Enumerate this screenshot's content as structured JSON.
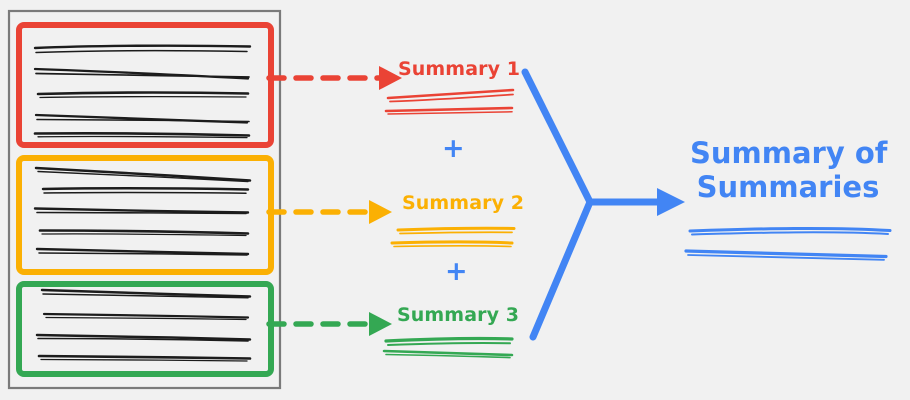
{
  "diagram": {
    "title": "Hierarchical summarization: chunk summaries combined into a summary of summaries",
    "background_color": "#f1f1f1"
  },
  "source_document": {
    "name": "document-container",
    "border_color": "#7a7a7a",
    "chunks": [
      {
        "id": "chunk-1",
        "color": "#ea4335",
        "text_line_count": 5,
        "line_slopes": [
          2,
          9,
          2,
          8,
          2
        ]
      },
      {
        "id": "chunk-2",
        "color": "#fbb003",
        "text_line_count": 5,
        "line_slopes": [
          7,
          2,
          3,
          2,
          3
        ]
      },
      {
        "id": "chunk-3",
        "color": "#34a853",
        "text_line_count": 4,
        "line_slopes": [
          3,
          2,
          2,
          2
        ]
      }
    ]
  },
  "arrows": [
    {
      "id": "arrow-chunk-1",
      "style": "dashed",
      "color": "#ea4335"
    },
    {
      "id": "arrow-chunk-2",
      "style": "dashed",
      "color": "#fbb003"
    },
    {
      "id": "arrow-chunk-3",
      "style": "dashed",
      "color": "#34a853"
    },
    {
      "id": "arrow-merge",
      "style": "solid",
      "color": "#4285f4"
    }
  ],
  "summaries": [
    {
      "id": "summary-1",
      "label": "Summary 1",
      "color": "#ea4335",
      "underline_count": 2
    },
    {
      "id": "summary-2",
      "label": "Summary 2",
      "color": "#fbb003",
      "underline_count": 2
    },
    {
      "id": "summary-3",
      "label": "Summary 3",
      "color": "#34a853",
      "underline_count": 2
    }
  ],
  "operators": [
    {
      "id": "plus-1",
      "symbol": "+",
      "color": "#4285f4"
    },
    {
      "id": "plus-2",
      "symbol": "+",
      "color": "#4285f4"
    }
  ],
  "final_output": {
    "id": "summary-of-summaries",
    "line1": "Summary of",
    "line2": "Summaries",
    "color": "#4285f4",
    "underline_count": 2
  },
  "colors": {
    "red": "#ea4335",
    "yellow": "#fbb003",
    "green": "#34a853",
    "blue": "#4285f4",
    "gray_border": "#7a7a7a",
    "ink": "#1c1c1c",
    "background": "#f1f1f1"
  }
}
